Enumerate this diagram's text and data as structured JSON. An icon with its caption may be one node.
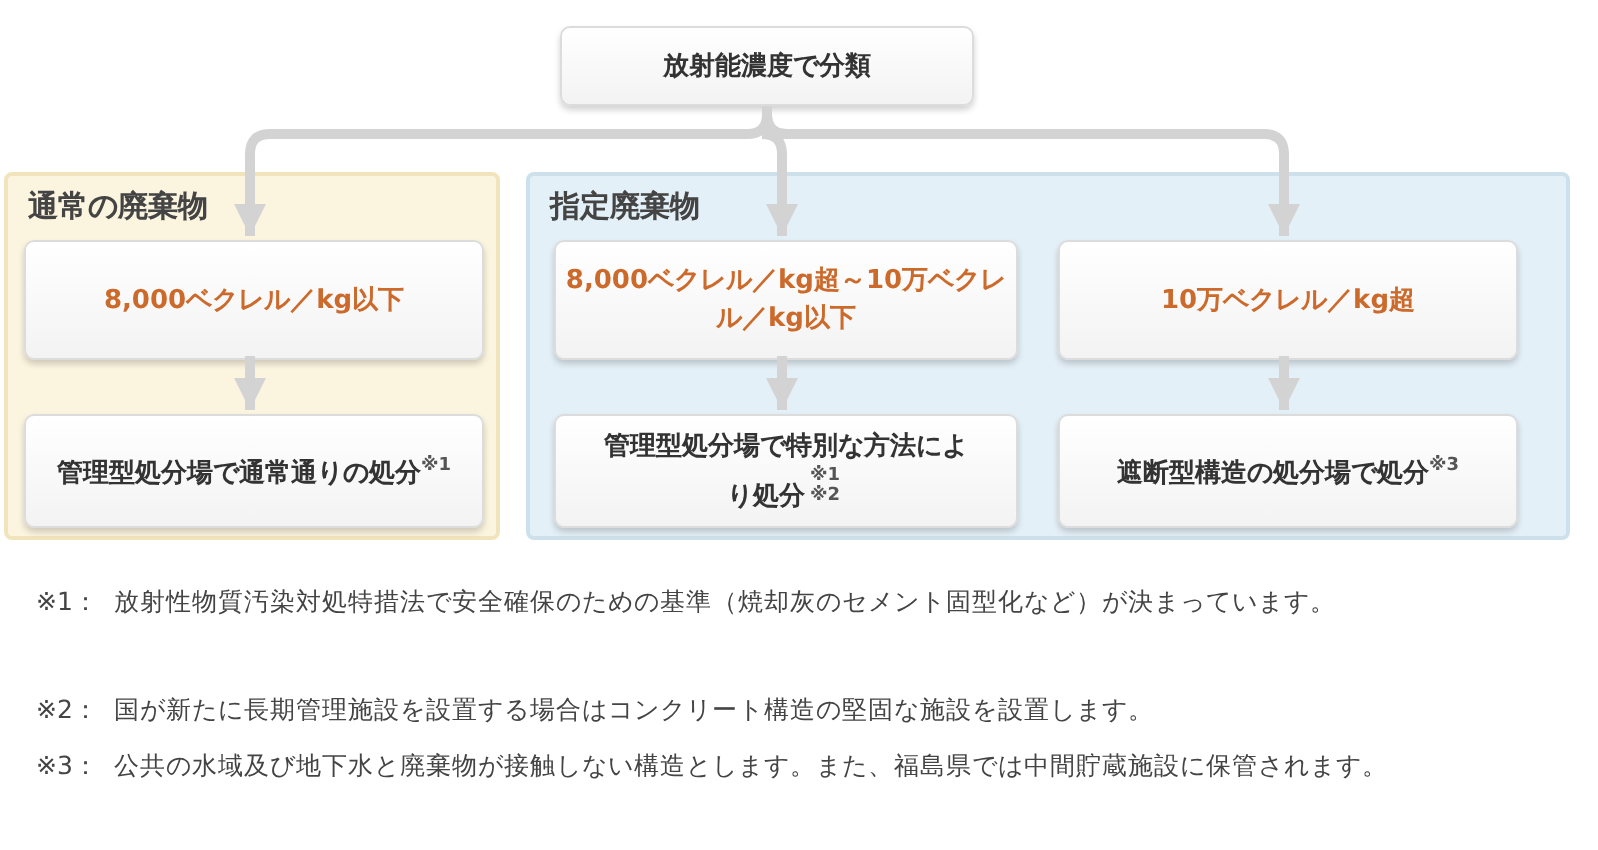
{
  "diagram": {
    "nodes": [
      {
        "text": [
          "放射能濃度で分類"
        ]
      },
      {
        "text": [
          "通常の廃棄物"
        ]
      },
      {
        "text": [
          "指定廃棄物"
        ]
      },
      {
        "text": [
          "8,000ベクレル／kg以下"
        ],
        "in": 1
      },
      {
        "text": [
          "管理型処分場で通常通りの処分$^{※1}$"
        ],
        "in": 1
      },
      {
        "text": [
          "8,000ベクレル／kg超～10万ベクレル／kg以下"
        ],
        "in": 2
      },
      {
        "text": [
          "管理型処分場で特別な方法により処分$^{※1※2}$"
        ],
        "in": 2
      },
      {
        "text": [
          "10万ベクレル／kg超"
        ],
        "in": 2
      },
      {
        "text": [
          "遮断型構造の処分場で処分$^{※3}$"
        ],
        "in": 2
      }
    ],
    "edges": [
      {
        "from": 0,
        "to": 3,
        "arrow": "to"
      },
      {
        "from": 0,
        "to": 5,
        "arrow": "to"
      },
      {
        "from": 0,
        "to": 7,
        "arrow": "to"
      },
      {
        "from": 3,
        "to": 4,
        "arrow": "to"
      },
      {
        "from": 5,
        "to": 6,
        "arrow": "to"
      },
      {
        "from": 7,
        "to": 8,
        "arrow": "to"
      }
    ],
    "labels": [
      "※1：",
      "放射性物質汚染対処特措法で安全確保のための基準（焼却灰のセメント固型化など）が決まっています。",
      "※2：",
      "国が新たに長期管理施設を設置する場合はコンクリート構造の堅固な施設を設置します。",
      "※3：",
      "公共の水域及び地下水と廃棄物が接触しない構造とします。また、福島県では中間貯蔵施設に保管されます。"
    ]
  }
}
